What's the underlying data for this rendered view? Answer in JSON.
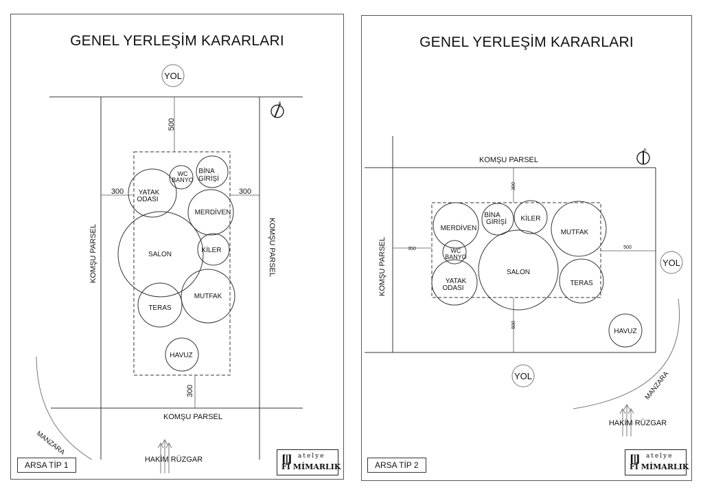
{
  "sheets": [
    {
      "title": "GENEL YERLEŞİM KARARLARI",
      "road": "YOL",
      "neighbor_side_left": "KOMŞU PARSEL",
      "neighbor_side_right": "KOMŞU PARSEL",
      "neighbor_bottom": "KOMŞU PARSEL",
      "dim_top": "500",
      "dim_left": "300",
      "dim_right": "300",
      "dim_bottom": "300",
      "north": "K",
      "view": "MANZARA",
      "wind": "HAKİM RÜZGAR",
      "tip": "ARSA TİP 1",
      "spaces": {
        "wc_1": "WC",
        "wc_2": "BANYO",
        "bina_1": "BİNA",
        "bina_2": "GİRİŞİ",
        "yatak_1": "YATAK",
        "yatak_2": "ODASI",
        "merdiven": "MERDİVEN",
        "salon": "SALON",
        "kiler": "KİLER",
        "mutfak": "MUTFAK",
        "teras": "TERAS",
        "havuz": "HAVUZ"
      }
    },
    {
      "title": "GENEL YERLEŞİM KARARLARI",
      "road": "YOL",
      "road_right": "YOL",
      "neighbor_top": "KOMŞU PARSEL",
      "neighbor_left": "KOMŞU PARSEL",
      "dim_top": "300",
      "dim_left": "350",
      "dim_right": "500",
      "dim_bottom": "500",
      "north": "K",
      "view": "MANZARA",
      "wind": "HAKİM RÜZGAR",
      "tip": "ARSA TİP 2",
      "spaces": {
        "merdiven": "MERDİVEN",
        "bina_1": "BİNA",
        "bina_2": "GİRİŞİ",
        "kiler": "KİLER",
        "mutfak": "MUTFAK",
        "wc_1": "WC",
        "wc_2": "BANYO",
        "salon": "SALON",
        "yatak_1": "YATAK",
        "yatak_2": "ODASI",
        "teras": "TERAS",
        "havuz": "HAVUZ"
      }
    }
  ],
  "logo": {
    "mark": "[|]",
    "sub": "atelye",
    "name": "Fİ MİMARLIK"
  }
}
